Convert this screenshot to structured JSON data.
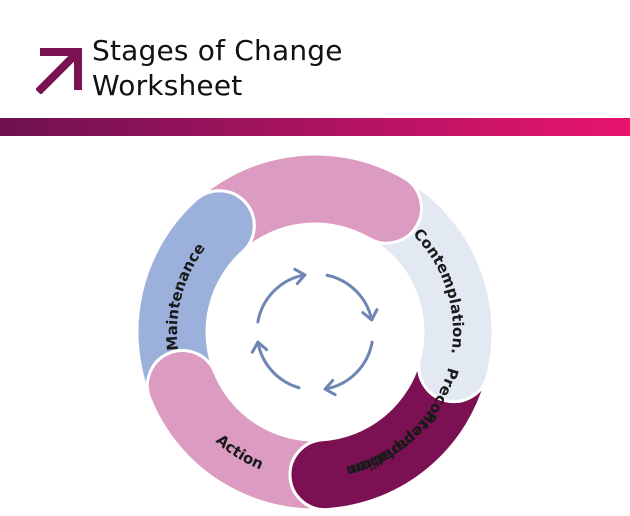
{
  "header": {
    "title_line1": "Stages of Change",
    "title_line2": "Worksheet",
    "logo_icon": "arrow-up-right-icon",
    "accent_color": "#7a1150",
    "bar_gradient": [
      "#6e1250",
      "#e8146f"
    ]
  },
  "cycle": {
    "center_icon": "cycle-arrows-icon",
    "stages": [
      {
        "label": "Precontemplation",
        "color": "#dc9bc1"
      },
      {
        "label": "Contemplation.",
        "color": "#e3e9f3"
      },
      {
        "label": "Preparation",
        "color": "#7b1153"
      },
      {
        "label": "Action",
        "color": "#dc9bc1"
      },
      {
        "label": "Maintenance",
        "color": "#9cb0dc"
      }
    ]
  }
}
